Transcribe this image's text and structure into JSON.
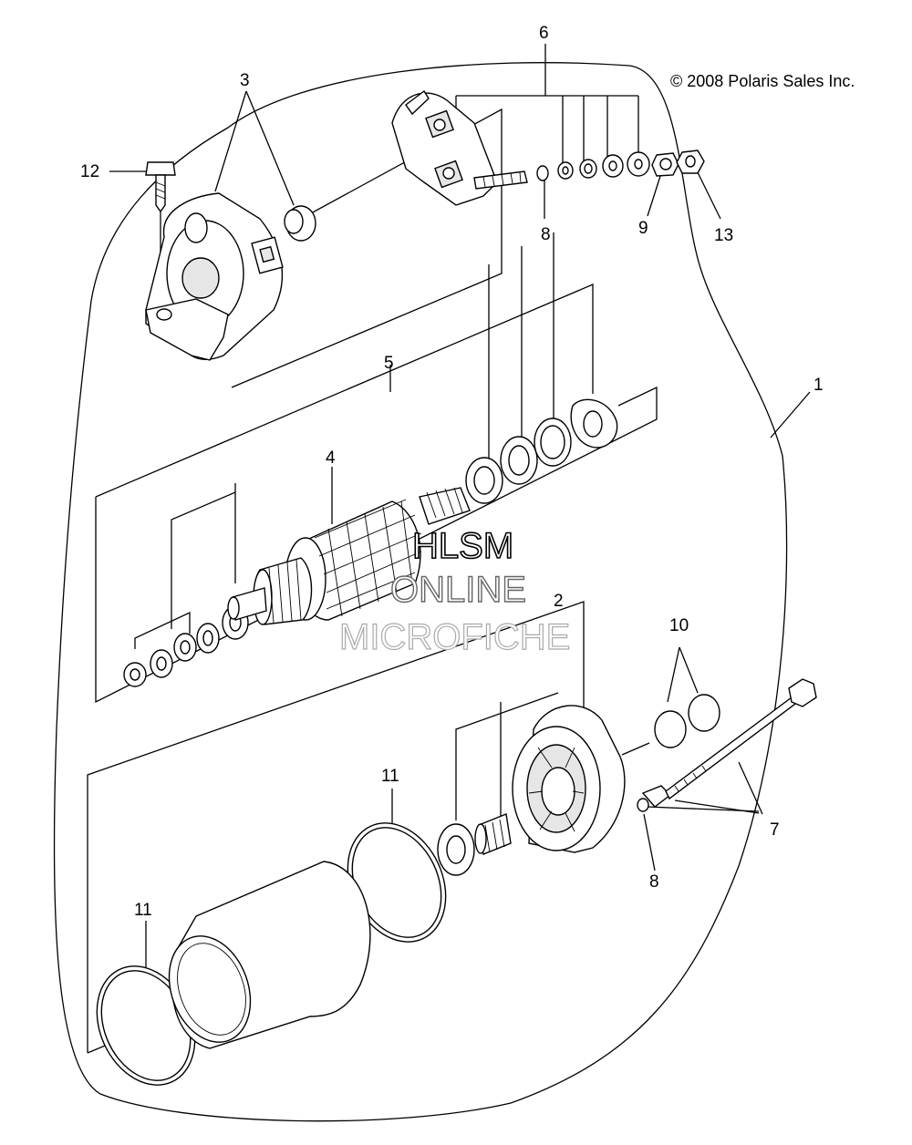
{
  "copyright": "© 2008 Polaris Sales Inc.",
  "watermark": {
    "line1": "HLSM",
    "line2": "ONLINE",
    "line3": "MICROFICHE"
  },
  "callouts": {
    "c1": "1",
    "c2": "2",
    "c3": "3",
    "c4": "4",
    "c5": "5",
    "c6": "6",
    "c7": "7",
    "c8a": "8",
    "c8b": "8",
    "c9": "9",
    "c10": "10",
    "c11a": "11",
    "c11b": "11",
    "c12": "12",
    "c13": "13"
  }
}
